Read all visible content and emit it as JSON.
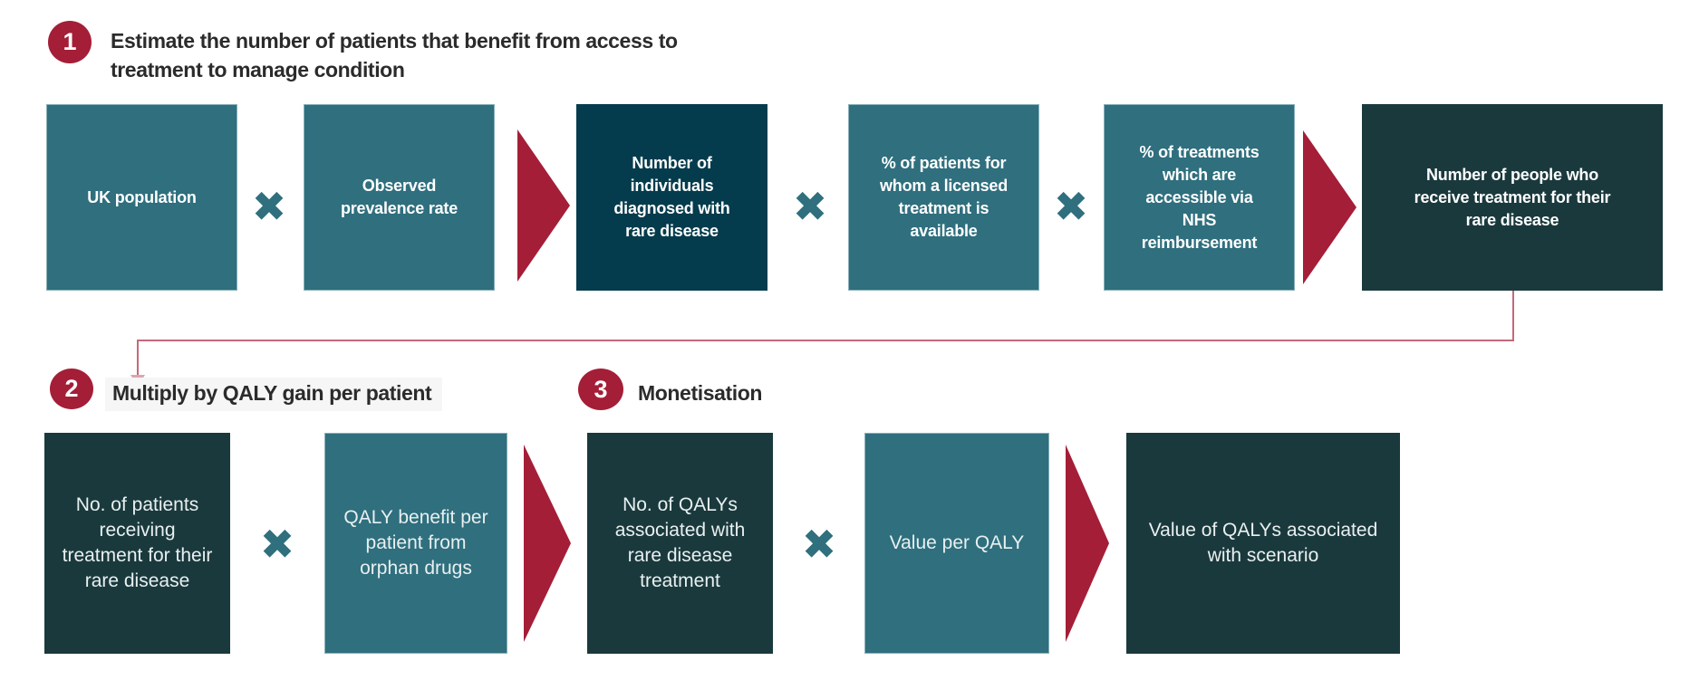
{
  "figure": {
    "description": "QALY valuation process flow diagram",
    "multiply_symbol": "✖"
  },
  "colors": {
    "teal_box": "#2F6F7E",
    "navy_box": "#053C4D",
    "slate_box": "#1A393D",
    "arrow_red": "#A41E37",
    "badge_red": "#A41E37",
    "connector_pink": "#C4697A",
    "header_text": "#2B2B2B"
  },
  "steps": [
    {
      "number": "1",
      "title_lines": [
        "Estimate the number of patients that benefit from access to",
        "treatment to manage condition"
      ]
    },
    {
      "number": "2",
      "title_lines": [
        "Multiply by QALY gain per patient"
      ]
    },
    {
      "number": "3",
      "title_lines": [
        "Monetisation"
      ]
    }
  ],
  "row1": {
    "boxes": [
      {
        "variant": "teal",
        "label_lines": [
          "UK population"
        ]
      },
      {
        "variant": "teal",
        "label_lines": [
          "Observed",
          "prevalence rate"
        ]
      },
      {
        "variant": "navy",
        "label_lines": [
          "Number of",
          "individuals",
          "diagnosed with",
          "rare disease"
        ]
      },
      {
        "variant": "teal",
        "label_lines": [
          "% of patients for",
          "whom a licensed",
          "treatment is",
          "available"
        ]
      },
      {
        "variant": "teal",
        "label_lines": [
          "% of treatments",
          "which are",
          "accessible via",
          "NHS",
          "reimbursement"
        ]
      },
      {
        "variant": "slate",
        "label_lines": [
          "Number of people who",
          "receive treatment for their",
          "rare disease"
        ]
      }
    ]
  },
  "row2": {
    "boxes": [
      {
        "variant": "slate",
        "label_lines": [
          "No. of patients",
          "receiving",
          "treatment for their",
          "rare disease"
        ]
      },
      {
        "variant": "teal",
        "label_lines": [
          "QALY benefit per",
          "patient from",
          "orphan drugs"
        ]
      },
      {
        "variant": "slate",
        "label_lines": [
          "No. of QALYs",
          "associated with",
          "rare disease",
          "treatment"
        ]
      },
      {
        "variant": "teal",
        "label_lines": [
          "Value per QALY"
        ]
      },
      {
        "variant": "slate",
        "label_lines": [
          "Value of QALYs associated",
          "with scenario"
        ]
      }
    ]
  }
}
